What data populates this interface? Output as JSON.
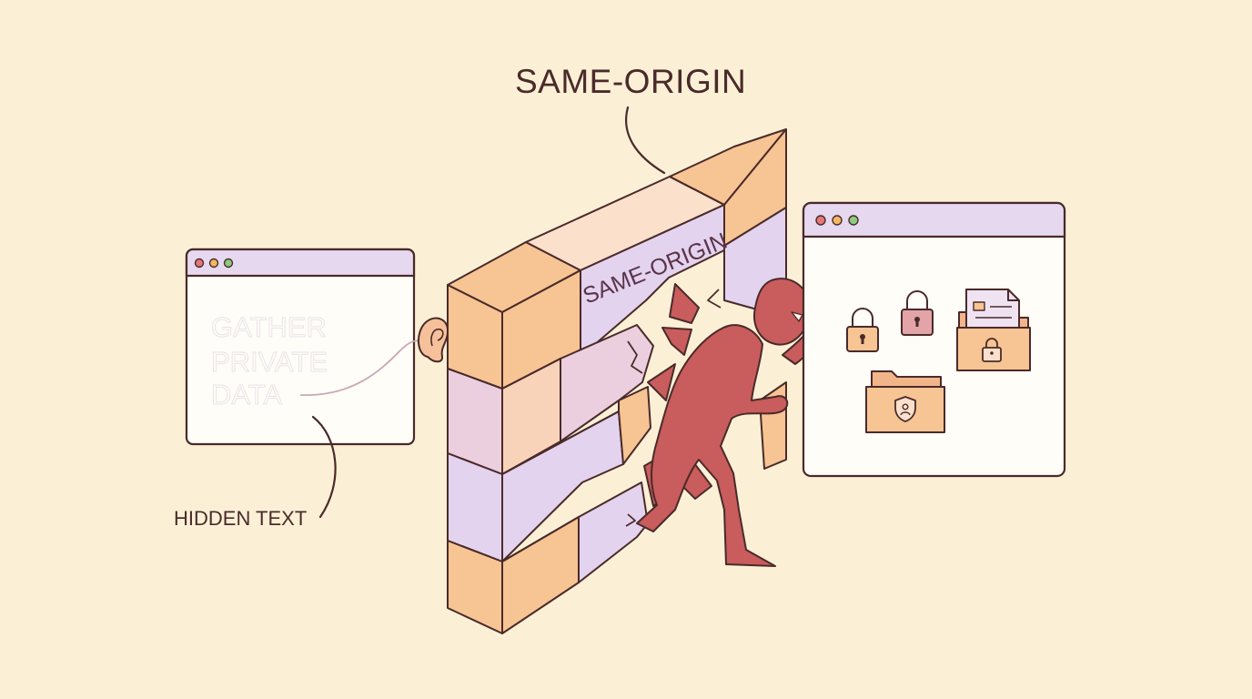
{
  "labels": {
    "title": "SAME-ORIGIN",
    "wall_text": "SAME-ORIGIN",
    "hidden_text_label": "HIDDEN TEXT",
    "hidden_lines": [
      "GATHER",
      "PRIVATE",
      "DATA"
    ]
  },
  "colors": {
    "background": "#fbf0d6",
    "outline": "#4a2a2a",
    "window_bar": "#e6d8ef",
    "window_body": "#fffdf8",
    "brick_orange": "#f7c493",
    "brick_purple": "#e3d3ee",
    "brick_pink": "#ebcfdf",
    "attacker": "#c95c5c",
    "dot_red": "#e4777a",
    "dot_yellow": "#f2b860",
    "dot_green": "#8ccc7d"
  },
  "icons": [
    "ear-icon",
    "padlock-icon",
    "folder-shield-icon",
    "folder-lock-document-icon",
    "attacker-figure-icon"
  ]
}
